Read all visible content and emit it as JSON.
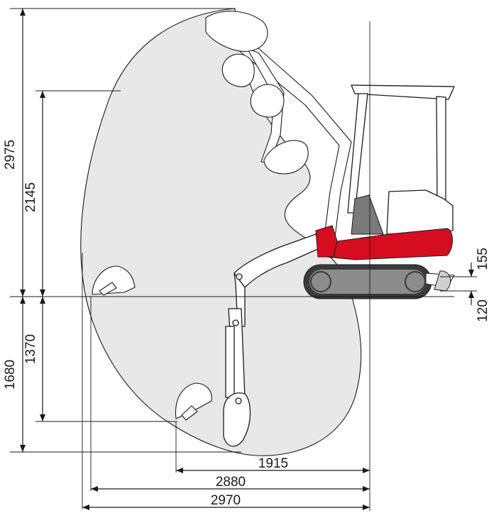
{
  "dimensions": {
    "height_max": "2975",
    "height_dump": "2145",
    "depth_max": "1680",
    "depth_vertical_wall": "1370",
    "reach_1915": "1915",
    "reach_2880": "2880",
    "reach_2970": "2970",
    "blade_lift": "155",
    "blade_depth": "120"
  },
  "colors": {
    "envelope": "#e8e8e8",
    "machine_red": "#d50d1f",
    "track_grey": "#8c8c8c",
    "track_dark": "#3a3a3a",
    "seat_grey": "#7a7a7a",
    "line": "#1a1a1a"
  }
}
